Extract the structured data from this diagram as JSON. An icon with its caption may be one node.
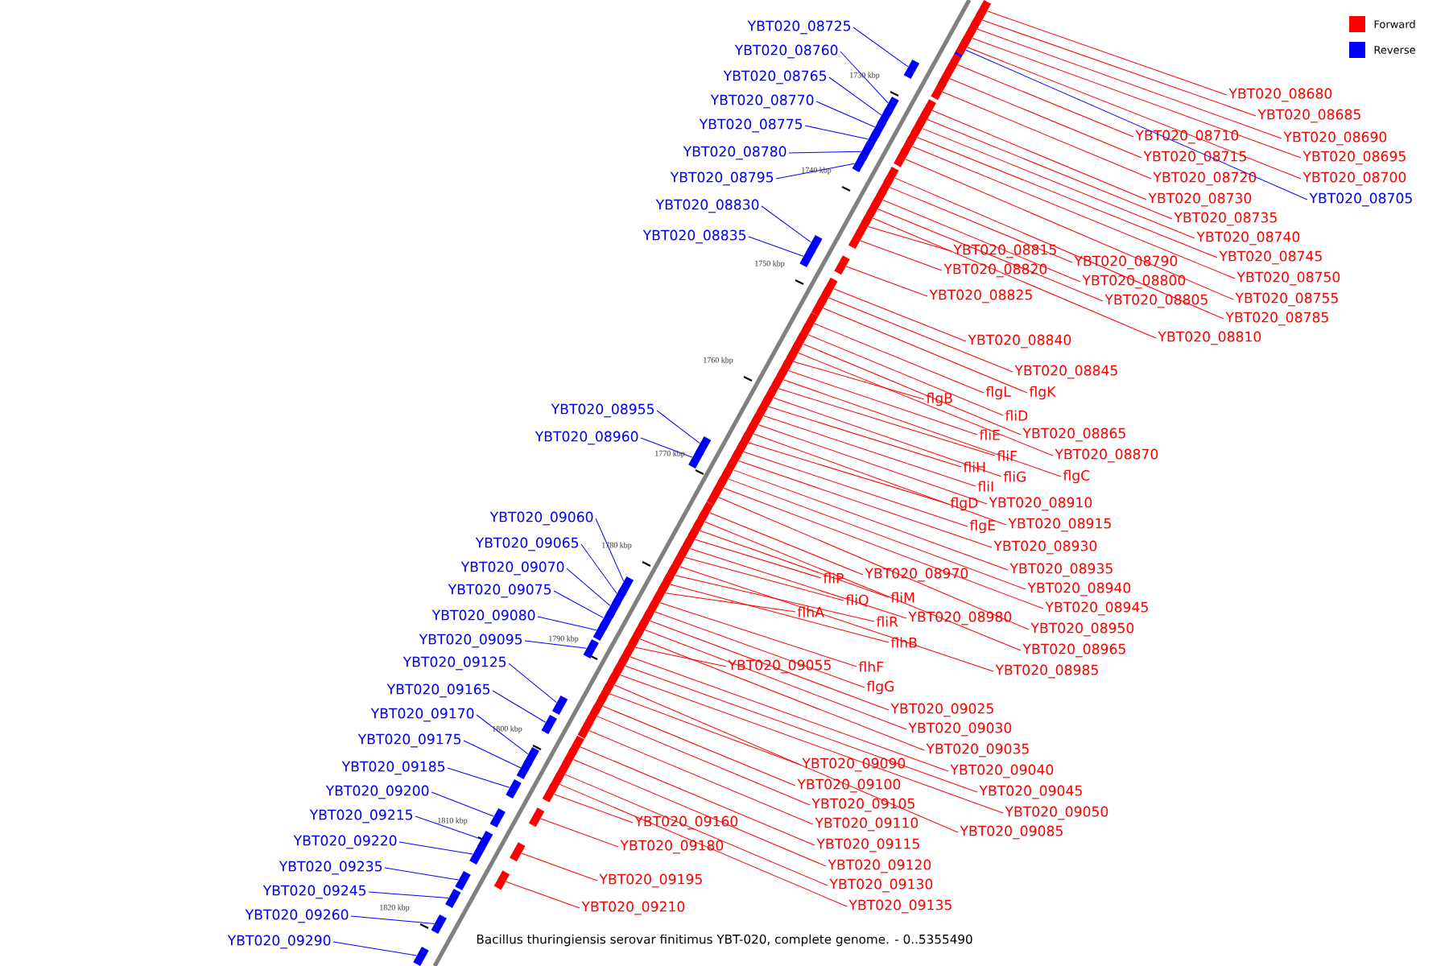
{
  "diagram": {
    "caption": "Bacillus thuringiensis serovar finitimus YBT-020, complete genome. - 0..5355490",
    "nodes": [
      {
        "text": [
          "YBT020_08725"
        ]
      },
      {
        "text": [
          "YBT020_08760"
        ]
      },
      {
        "text": [
          "YBT020_08765"
        ]
      },
      {
        "text": [
          "YBT020_08770"
        ]
      },
      {
        "text": [
          "YBT020_08775"
        ]
      },
      {
        "text": [
          "YBT020_08780"
        ]
      },
      {
        "text": [
          "YBT020_08795"
        ]
      },
      {
        "text": [
          "YBT020_08830"
        ]
      },
      {
        "text": [
          "YBT020_08835"
        ]
      },
      {
        "text": [
          "YBT020_08955"
        ]
      },
      {
        "text": [
          "YBT020_08960"
        ]
      },
      {
        "text": [
          "YBT020_09060"
        ]
      },
      {
        "text": [
          "YBT020_09065"
        ]
      },
      {
        "text": [
          "YBT020_09070"
        ]
      },
      {
        "text": [
          "YBT020_09075"
        ]
      },
      {
        "text": [
          "YBT020_09080"
        ]
      },
      {
        "text": [
          "YBT020_09095"
        ]
      },
      {
        "text": [
          "YBT020_09125"
        ]
      },
      {
        "text": [
          "YBT020_09165"
        ]
      },
      {
        "text": [
          "YBT020_09170"
        ]
      },
      {
        "text": [
          "YBT020_09175"
        ]
      },
      {
        "text": [
          "YBT020_09185"
        ]
      },
      {
        "text": [
          "YBT020_09200"
        ]
      },
      {
        "text": [
          "YBT020_09215"
        ]
      },
      {
        "text": [
          "YBT020_09220"
        ]
      },
      {
        "text": [
          "YBT020_09235"
        ]
      },
      {
        "text": [
          "YBT020_09245"
        ]
      },
      {
        "text": [
          "YBT020_09260"
        ]
      },
      {
        "text": [
          "YBT020_09290"
        ]
      },
      {
        "text": [
          "YBT020_08705"
        ]
      },
      {
        "text": [
          "YBT020_08680"
        ]
      },
      {
        "text": [
          "YBT020_08685"
        ]
      },
      {
        "text": [
          "YBT020_08690"
        ]
      },
      {
        "text": [
          "YBT020_08695"
        ]
      },
      {
        "text": [
          "YBT020_08700"
        ]
      },
      {
        "text": [
          "YBT020_08710"
        ]
      },
      {
        "text": [
          "YBT020_08715"
        ]
      },
      {
        "text": [
          "YBT020_08720"
        ]
      },
      {
        "text": [
          "YBT020_08730"
        ]
      },
      {
        "text": [
          "YBT020_08735"
        ]
      },
      {
        "text": [
          "YBT020_08740"
        ]
      },
      {
        "text": [
          "YBT020_08745"
        ]
      },
      {
        "text": [
          "YBT020_08750"
        ]
      },
      {
        "text": [
          "YBT020_08755"
        ]
      },
      {
        "text": [
          "YBT020_08785"
        ]
      },
      {
        "text": [
          "YBT020_08810"
        ]
      },
      {
        "text": [
          "YBT020_08790"
        ]
      },
      {
        "text": [
          "YBT020_08800"
        ]
      },
      {
        "text": [
          "YBT020_08805"
        ]
      },
      {
        "text": [
          "YBT020_08815"
        ]
      },
      {
        "text": [
          "YBT020_08820"
        ]
      },
      {
        "text": [
          "YBT020_08825"
        ]
      },
      {
        "text": [
          "YBT020_08840"
        ]
      },
      {
        "text": [
          "YBT020_08845"
        ]
      },
      {
        "text": [
          "flgL"
        ]
      },
      {
        "text": [
          "flgK"
        ]
      },
      {
        "text": [
          "flgB"
        ]
      },
      {
        "text": [
          "fliD"
        ]
      },
      {
        "text": [
          "fliE"
        ]
      },
      {
        "text": [
          "YBT020_08865"
        ]
      },
      {
        "text": [
          "fliF"
        ]
      },
      {
        "text": [
          "YBT020_08870"
        ]
      },
      {
        "text": [
          "fliH"
        ]
      },
      {
        "text": [
          "fliG"
        ]
      },
      {
        "text": [
          "flgC"
        ]
      },
      {
        "text": [
          "fliI"
        ]
      },
      {
        "text": [
          "flgD"
        ]
      },
      {
        "text": [
          "YBT020_08910"
        ]
      },
      {
        "text": [
          "flgE"
        ]
      },
      {
        "text": [
          "YBT020_08915"
        ]
      },
      {
        "text": [
          "YBT020_08930"
        ]
      },
      {
        "text": [
          "YBT020_08935"
        ]
      },
      {
        "text": [
          "YBT020_08940"
        ]
      },
      {
        "text": [
          "YBT020_08945"
        ]
      },
      {
        "text": [
          "YBT020_08950"
        ]
      },
      {
        "text": [
          "YBT020_08965"
        ]
      },
      {
        "text": [
          "YBT020_08985"
        ]
      },
      {
        "text": [
          "fliP"
        ]
      },
      {
        "text": [
          "YBT020_08970"
        ]
      },
      {
        "text": [
          "fliQ"
        ]
      },
      {
        "text": [
          "fliM"
        ]
      },
      {
        "text": [
          "flhA"
        ]
      },
      {
        "text": [
          "fliR"
        ]
      },
      {
        "text": [
          "YBT020_08980"
        ]
      },
      {
        "text": [
          "flhB"
        ]
      },
      {
        "text": [
          "YBT020_09055"
        ]
      },
      {
        "text": [
          "flhF"
        ]
      },
      {
        "text": [
          "flgG"
        ]
      },
      {
        "text": [
          "YBT020_09025"
        ]
      },
      {
        "text": [
          "YBT020_09030"
        ]
      },
      {
        "text": [
          "YBT020_09035"
        ]
      },
      {
        "text": [
          "YBT020_09040"
        ]
      },
      {
        "text": [
          "YBT020_09045"
        ]
      },
      {
        "text": [
          "YBT020_09050"
        ]
      },
      {
        "text": [
          "YBT020_09085"
        ]
      },
      {
        "text": [
          "YBT020_09090"
        ]
      },
      {
        "text": [
          "YBT020_09100"
        ]
      },
      {
        "text": [
          "YBT020_09105"
        ]
      },
      {
        "text": [
          "YBT020_09110"
        ]
      },
      {
        "text": [
          "YBT020_09115"
        ]
      },
      {
        "text": [
          "YBT020_09120"
        ]
      },
      {
        "text": [
          "YBT020_09130"
        ]
      },
      {
        "text": [
          "YBT020_09135"
        ]
      },
      {
        "text": [
          "YBT020_09160"
        ]
      },
      {
        "text": [
          "YBT020_09180"
        ]
      },
      {
        "text": [
          "YBT020_09195"
        ]
      },
      {
        "text": [
          "YBT020_09210"
        ]
      },
      {
        "text": [],
        "shape": "box"
      },
      {
        "text": [],
        "shape": "box"
      },
      {
        "text": [],
        "shape": "box"
      },
      {
        "text": [],
        "shape": "box"
      },
      {
        "text": [],
        "shape": "box"
      },
      {
        "text": [],
        "shape": "box"
      },
      {
        "text": [],
        "shape": "box"
      },
      {
        "text": [],
        "shape": "box"
      },
      {
        "text": [],
        "shape": "box"
      },
      {
        "text": [],
        "shape": "box"
      },
      {
        "text": [],
        "shape": "box"
      },
      {
        "text": [],
        "shape": "box"
      },
      {
        "text": [],
        "shape": "box"
      },
      {
        "text": [],
        "shape": "box"
      },
      {
        "text": [],
        "shape": "box"
      },
      {
        "text": [],
        "shape": "box"
      },
      {
        "text": [],
        "shape": "box"
      },
      {
        "text": [],
        "shape": "box"
      },
      {
        "text": [],
        "shape": "box"
      },
      {
        "text": [],
        "shape": "box"
      },
      {
        "text": [],
        "shape": "box"
      },
      {
        "text": [],
        "shape": "box"
      },
      {
        "text": [],
        "shape": "box"
      },
      {
        "text": [],
        "shape": "box"
      },
      {
        "text": [],
        "shape": "box"
      },
      {
        "text": [],
        "shape": "box"
      },
      {
        "text": [],
        "shape": "box"
      },
      {
        "text": [],
        "shape": "box"
      },
      {
        "text": [],
        "shape": "box"
      },
      {
        "text": [],
        "shape": "box"
      },
      {
        "text": [],
        "shape": "box"
      },
      {
        "text": [],
        "shape": "box"
      },
      {
        "text": [],
        "shape": "box"
      },
      {
        "text": [],
        "shape": "box"
      },
      {
        "text": [],
        "shape": "box"
      },
      {
        "text": [],
        "shape": "box"
      },
      {
        "text": [],
        "shape": "box"
      },
      {
        "text": [],
        "shape": "box"
      },
      {
        "text": [],
        "shape": "box"
      },
      {
        "text": [],
        "shape": "box"
      },
      {
        "text": [],
        "shape": "box"
      },
      {
        "text": [],
        "shape": "box"
      },
      {
        "text": [],
        "shape": "box"
      },
      {
        "text": [],
        "shape": "box"
      },
      {
        "text": [],
        "shape": "box"
      },
      {
        "text": [],
        "shape": "box"
      },
      {
        "text": [],
        "shape": "box"
      },
      {
        "text": [],
        "shape": "box"
      },
      {
        "text": [],
        "shape": "box"
      },
      {
        "text": [],
        "shape": "box"
      },
      {
        "text": [],
        "shape": "box"
      },
      {
        "text": [],
        "shape": "box"
      },
      {
        "text": [],
        "shape": "box"
      },
      {
        "text": [],
        "shape": "box"
      },
      {
        "text": [],
        "shape": "box"
      },
      {
        "text": [],
        "shape": "box"
      },
      {
        "text": [],
        "shape": "box"
      },
      {
        "text": [],
        "shape": "box"
      },
      {
        "text": [],
        "shape": "box"
      },
      {
        "text": [],
        "shape": "box"
      },
      {
        "text": [],
        "shape": "box"
      },
      {
        "text": [],
        "shape": "box"
      },
      {
        "text": [],
        "shape": "box"
      },
      {
        "text": [],
        "shape": "box"
      },
      {
        "text": [],
        "shape": "box"
      },
      {
        "text": [],
        "shape": "box"
      },
      {
        "text": [],
        "shape": "box"
      },
      {
        "text": [],
        "shape": "box"
      },
      {
        "text": [],
        "shape": "box"
      },
      {
        "text": [],
        "shape": "box"
      },
      {
        "text": [],
        "shape": "box"
      },
      {
        "text": [],
        "shape": "box"
      },
      {
        "text": [],
        "shape": "box"
      },
      {
        "text": [],
        "shape": "box"
      },
      {
        "text": [],
        "shape": "box"
      },
      {
        "text": [],
        "shape": "box"
      },
      {
        "text": [],
        "shape": "box"
      },
      {
        "text": [],
        "shape": "box"
      },
      {
        "text": [],
        "shape": "box"
      },
      {
        "text": [],
        "shape": "box"
      },
      {
        "text": [],
        "shape": "box"
      },
      {
        "text": [],
        "shape": "box"
      },
      {
        "text": [],
        "shape": "box"
      },
      {
        "text": [],
        "shape": "box"
      },
      {
        "text": [],
        "shape": "box"
      },
      {
        "text": [],
        "shape": "box"
      },
      {
        "text": [],
        "shape": "box"
      },
      {
        "text": [],
        "shape": "box"
      },
      {
        "text": [],
        "shape": "box"
      },
      {
        "text": [],
        "shape": "box"
      },
      {
        "text": [],
        "shape": "box"
      },
      {
        "text": [],
        "shape": "box"
      },
      {
        "text": [],
        "shape": "box"
      },
      {
        "text": [],
        "shape": "box"
      },
      {
        "text": [],
        "shape": "box"
      },
      {
        "text": [],
        "shape": "box"
      },
      {
        "text": [],
        "shape": "box"
      },
      {
        "text": [],
        "shape": "box"
      },
      {
        "text": [],
        "shape": "box"
      },
      {
        "text": [],
        "shape": "box"
      },
      {
        "text": [],
        "shape": "box"
      },
      {
        "text": [],
        "shape": "box"
      },
      {
        "text": [],
        "shape": "box"
      },
      {
        "text": [],
        "shape": "box"
      },
      {
        "text": [],
        "shape": "box"
      },
      {
        "text": [],
        "shape": "box"
      },
      {
        "text": [],
        "shape": "box"
      }
    ],
    "edges": [
      {
        "from": 0,
        "to": 107,
        "arrow": "none",
        "color": "#0000ff"
      },
      {
        "from": 1,
        "to": 108,
        "arrow": "none",
        "color": "#0000ff"
      },
      {
        "from": 2,
        "to": 109,
        "arrow": "none",
        "color": "#0000ff"
      },
      {
        "from": 3,
        "to": 110,
        "arrow": "none",
        "color": "#0000ff"
      },
      {
        "from": 4,
        "to": 111,
        "arrow": "none",
        "color": "#0000ff"
      },
      {
        "from": 5,
        "to": 112,
        "arrow": "none",
        "color": "#0000ff"
      },
      {
        "from": 6,
        "to": 113,
        "arrow": "none",
        "color": "#0000ff"
      },
      {
        "from": 7,
        "to": 114,
        "arrow": "none",
        "color": "#0000ff"
      },
      {
        "from": 8,
        "to": 115,
        "arrow": "none",
        "color": "#0000ff"
      },
      {
        "from": 9,
        "to": 116,
        "arrow": "none",
        "color": "#0000ff"
      },
      {
        "from": 10,
        "to": 117,
        "arrow": "none",
        "color": "#0000ff"
      },
      {
        "from": 11,
        "to": 118,
        "arrow": "none",
        "color": "#0000ff"
      },
      {
        "from": 12,
        "to": 119,
        "arrow": "none",
        "color": "#0000ff"
      },
      {
        "from": 13,
        "to": 120,
        "arrow": "none",
        "color": "#0000ff"
      },
      {
        "from": 14,
        "to": 121,
        "arrow": "none",
        "color": "#0000ff"
      },
      {
        "from": 15,
        "to": 122,
        "arrow": "none",
        "color": "#0000ff"
      },
      {
        "from": 16,
        "to": 123,
        "arrow": "none",
        "color": "#0000ff"
      },
      {
        "from": 17,
        "to": 124,
        "arrow": "none",
        "color": "#0000ff"
      },
      {
        "from": 18,
        "to": 125,
        "arrow": "none",
        "color": "#0000ff"
      },
      {
        "from": 19,
        "to": 126,
        "arrow": "none",
        "color": "#0000ff"
      },
      {
        "from": 20,
        "to": 127,
        "arrow": "none",
        "color": "#0000ff"
      },
      {
        "from": 21,
        "to": 128,
        "arrow": "none",
        "color": "#0000ff"
      },
      {
        "from": 22,
        "to": 129,
        "arrow": "none",
        "color": "#0000ff"
      },
      {
        "from": 23,
        "to": 130,
        "arrow": "none",
        "color": "#0000ff"
      },
      {
        "from": 24,
        "to": 131,
        "arrow": "none",
        "color": "#0000ff"
      },
      {
        "from": 25,
        "to": 132,
        "arrow": "none",
        "color": "#0000ff"
      },
      {
        "from": 26,
        "to": 133,
        "arrow": "none",
        "color": "#0000ff"
      },
      {
        "from": 27,
        "to": 134,
        "arrow": "none",
        "color": "#0000ff"
      },
      {
        "from": 28,
        "to": 135,
        "arrow": "none",
        "color": "#0000ff"
      },
      {
        "from": 29,
        "to": 136,
        "arrow": "none",
        "color": "#0000ff"
      },
      {
        "from": 30,
        "to": 137,
        "arrow": "none"
      },
      {
        "from": 31,
        "to": 138,
        "arrow": "none"
      },
      {
        "from": 32,
        "to": 139,
        "arrow": "none"
      },
      {
        "from": 33,
        "to": 140,
        "arrow": "none"
      },
      {
        "from": 34,
        "to": 141,
        "arrow": "none"
      },
      {
        "from": 35,
        "to": 142,
        "arrow": "none"
      },
      {
        "from": 36,
        "to": 143,
        "arrow": "none"
      },
      {
        "from": 37,
        "to": 144,
        "arrow": "none"
      },
      {
        "from": 38,
        "to": 145,
        "arrow": "none"
      },
      {
        "from": 39,
        "to": 146,
        "arrow": "none"
      },
      {
        "from": 40,
        "to": 147,
        "arrow": "none"
      },
      {
        "from": 41,
        "to": 148,
        "arrow": "none"
      },
      {
        "from": 42,
        "to": 149,
        "arrow": "none"
      },
      {
        "from": 43,
        "to": 150,
        "arrow": "none"
      },
      {
        "from": 44,
        "to": 151,
        "arrow": "none"
      },
      {
        "from": 45,
        "to": 152,
        "arrow": "none"
      },
      {
        "from": 46,
        "to": 153,
        "arrow": "none"
      },
      {
        "from": 47,
        "to": 154,
        "arrow": "none"
      },
      {
        "from": 48,
        "to": 155,
        "arrow": "none"
      },
      {
        "from": 49,
        "to": 156,
        "arrow": "none"
      },
      {
        "from": 50,
        "to": 157,
        "arrow": "none"
      },
      {
        "from": 51,
        "to": 158,
        "arrow": "none"
      },
      {
        "from": 52,
        "to": 159,
        "arrow": "none"
      },
      {
        "from": 53,
        "to": 160,
        "arrow": "none"
      },
      {
        "from": 54,
        "to": 161,
        "arrow": "none"
      },
      {
        "from": 55,
        "to": 162,
        "arrow": "none"
      },
      {
        "from": 56,
        "to": 163,
        "arrow": "none"
      },
      {
        "from": 57,
        "to": 164,
        "arrow": "none"
      },
      {
        "from": 58,
        "to": 165,
        "arrow": "none"
      },
      {
        "from": 59,
        "to": 166,
        "arrow": "none"
      },
      {
        "from": 60,
        "to": 167,
        "arrow": "none"
      },
      {
        "from": 61,
        "to": 168,
        "arrow": "none"
      },
      {
        "from": 62,
        "to": 169,
        "arrow": "none"
      },
      {
        "from": 63,
        "to": 170,
        "arrow": "none"
      },
      {
        "from": 64,
        "to": 171,
        "arrow": "none"
      },
      {
        "from": 65,
        "to": 172,
        "arrow": "none"
      },
      {
        "from": 66,
        "to": 173,
        "arrow": "none"
      },
      {
        "from": 67,
        "to": 174,
        "arrow": "none"
      },
      {
        "from": 68,
        "to": 175,
        "arrow": "none"
      },
      {
        "from": 69,
        "to": 176,
        "arrow": "none"
      },
      {
        "from": 70,
        "to": 177,
        "arrow": "none"
      },
      {
        "from": 71,
        "to": 178,
        "arrow": "none"
      },
      {
        "from": 72,
        "to": 179,
        "arrow": "none"
      },
      {
        "from": 73,
        "to": 180,
        "arrow": "none"
      },
      {
        "from": 74,
        "to": 181,
        "arrow": "none"
      },
      {
        "from": 75,
        "to": 182,
        "arrow": "none"
      },
      {
        "from": 76,
        "to": 183,
        "arrow": "none"
      },
      {
        "from": 77,
        "to": 184,
        "arrow": "none"
      },
      {
        "from": 78,
        "to": 185,
        "arrow": "none"
      },
      {
        "from": 79,
        "to": 186,
        "arrow": "none"
      },
      {
        "from": 80,
        "to": 187,
        "arrow": "none"
      },
      {
        "from": 81,
        "to": 188,
        "arrow": "none"
      },
      {
        "from": 82,
        "to": 189,
        "arrow": "none"
      },
      {
        "from": 83,
        "to": 190,
        "arrow": "none"
      },
      {
        "from": 84,
        "to": 191,
        "arrow": "none"
      },
      {
        "from": 85,
        "to": 192,
        "arrow": "none"
      },
      {
        "from": 86,
        "to": 193,
        "arrow": "none"
      },
      {
        "from": 87,
        "to": 194,
        "arrow": "none"
      },
      {
        "from": 88,
        "to": 195,
        "arrow": "none"
      },
      {
        "from": 89,
        "to": 196,
        "arrow": "none"
      },
      {
        "from": 90,
        "to": 197,
        "arrow": "none"
      },
      {
        "from": 91,
        "to": 198,
        "arrow": "none"
      },
      {
        "from": 92,
        "to": 199,
        "arrow": "none"
      },
      {
        "from": 93,
        "to": 200,
        "arrow": "none"
      },
      {
        "from": 94,
        "to": 201,
        "arrow": "none"
      },
      {
        "from": 95,
        "to": 202,
        "arrow": "none"
      },
      {
        "from": 96,
        "to": 203,
        "arrow": "none"
      },
      {
        "from": 97,
        "to": 204,
        "arrow": "none"
      },
      {
        "from": 98,
        "to": 205,
        "arrow": "none"
      },
      {
        "from": 99,
        "to": 206,
        "arrow": "none"
      },
      {
        "from": 100,
        "to": 207,
        "arrow": "none"
      },
      {
        "from": 101,
        "to": 208,
        "arrow": "none"
      },
      {
        "from": 102,
        "to": 209,
        "arrow": "none"
      },
      {
        "from": 103,
        "to": 210,
        "arrow": "none"
      },
      {
        "from": 104,
        "to": 211,
        "arrow": "none"
      },
      {
        "from": 105,
        "to": 212,
        "arrow": "none"
      },
      {
        "from": 106,
        "to": 213,
        "arrow": "none"
      }
    ],
    "labels": [
      "1730 kbp",
      "1740 kbp",
      "1750 kbp",
      "1760 kbp",
      "1770 kbp",
      "1780 kbp",
      "1790 kbp",
      "1800 kbp",
      "1810 kbp",
      "1820 kbp"
    ],
    "legend": [
      {
        "text": "Forward",
        "color": "#ff0000"
      },
      {
        "text": "Reverse",
        "color": "#0000ff"
      }
    ]
  }
}
